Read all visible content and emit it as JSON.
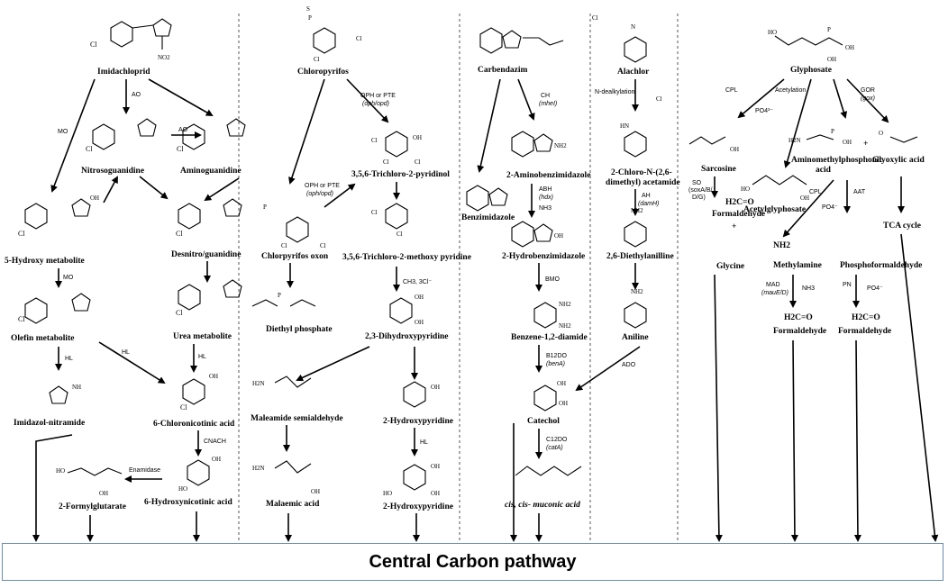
{
  "compounds": {
    "imidacloprid": "Imidachloprid",
    "nitrosoguanidine": "Nitrosoguanidine",
    "aminoguanidine": "Aminoguanidine",
    "hydroxy_metabolite": "5-Hydroxy metabolite",
    "desnitro": "Desnitro/guanidine",
    "olefin": "Olefin metabolite",
    "urea": "Urea metabolite",
    "imidazol": "Imidazol-nitramide",
    "chloronicotinic": "6-Chloronicotinic acid",
    "hydroxynicotinic": "6-Hydroxynicotinic acid",
    "formylglutarate": "2-Formylglutarate",
    "chloropyrifos": "Chloropyrifos",
    "trichloropyridinol": "3,5,6-Trichloro-2-pyridinol",
    "chlorpyrifos_oxon": "Chlorpyrifos oxon",
    "diethyl_phosphate": "Diethyl phosphate",
    "methoxy_pyridine": "3,5,6-Trichloro-2-methoxy pyridine",
    "dihydroxypyridine": "2,3-Dihydroxypyridine",
    "maleamide": "Maleamide semialdehyde",
    "maleamic": "Malaemic acid",
    "hydroxypyridine": "2-Hydroxypyridine",
    "hydroxypyridine2": "2-Hydroxypyridine",
    "carbendazim": "Carbendazim",
    "aminobenzimidazole": "2-Aminobenzimidazole",
    "benzimidazole": "Benzimidazole",
    "hydrobenzimidazole": "2-Hydrobenzimidazole",
    "diamide": "Benzene-1,2-diamide",
    "catechol": "Catechol",
    "muconic": "cis, cis- muconic acid",
    "alachlor": "Alachlor",
    "chloro_acetamide_1": "2-Chloro-N-(2,6-",
    "chloro_acetamide_2": "dimethyl) acetamide",
    "diethylaniline": "2,6-Diethylanilline",
    "aniline": "Aniline",
    "glyphosate": "Glyphosate",
    "sarcosine": "Sarcosine",
    "acetylglyphosate": "Acetylglyphosate",
    "ampa_1": "Aminomethylphosphonic",
    "ampa_2": "acid",
    "glyoxylic": "Glyoxylic acid",
    "formaldehyde_glycine": "Formaldehyde",
    "plus": "+",
    "glycine": "Glycine",
    "tca": "TCA cycle",
    "methylamine": "Methylamine",
    "phosphoformaldehyde": "Phosphoformaldehyde",
    "formaldehyde_1": "Formaldehyde",
    "formaldehyde_2": "Formaldehyde"
  },
  "enzymes": {
    "ao1": "AO",
    "ao2": "AO",
    "mo1": "MO",
    "mo2": "MO",
    "hl1": "HL",
    "hl2": "HL",
    "hl3": "HL",
    "hl4": "HL",
    "cnach": "CNACH",
    "enamidase": "Enamidase",
    "oph1": "OPH or PTE",
    "oph1b": "(oph/opd)",
    "oph2": "OPH or PTE",
    "oph2b": "(oph/opd)",
    "ch3": "CH3, 3Cl⁻",
    "ch": "CH",
    "ch_b": "(mheI)",
    "abh": "ABH",
    "abh_b": "(hdx)",
    "nh3_1": "NH3",
    "bmo": "BMO",
    "b12do": "B12DO",
    "b12do_b": "(benA)",
    "c12do": "C12DO",
    "c12do_b": "(catA)",
    "ndealk": "N-dealkylation",
    "ah": "AH",
    "ah_b": "(damH)",
    "ado": "ADO",
    "cpl1": "CPL",
    "po4_1": "PO4³⁻",
    "acetylation": "Acetylation",
    "gor": "GOR",
    "gor_b": "(gox)",
    "so": "SO",
    "so_b": "(soxA/B/",
    "so_c": "D/G)",
    "cpl2": "CPL",
    "po4_2": "PO4⁻",
    "aat": "AAT",
    "mad": "MAD",
    "mad_b": "(mauE/D)",
    "nh3_2": "NH3",
    "pn": "PN",
    "po4_3": "PO4⁻"
  },
  "atoms": {
    "cl": "Cl",
    "n": "N",
    "nh": "NH",
    "no2": "NO2",
    "o": "O",
    "oh": "OH",
    "s": "S",
    "p": "P",
    "h2n": "H2N",
    "nh2": "NH2",
    "h": "H",
    "hn": "HN",
    "ho": "HO",
    "ch2o": "H2C=O"
  },
  "footer": {
    "title": "Central Carbon pathway"
  }
}
